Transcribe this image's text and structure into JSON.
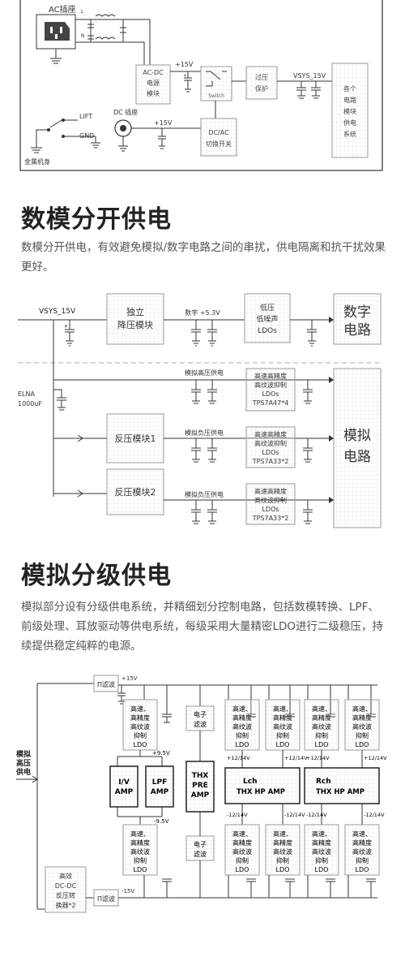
{
  "top": {
    "ac_socket": "AC插座",
    "L": "L",
    "N": "N",
    "acdc": [
      "AC-DC",
      "电源",
      "模块"
    ],
    "v15_a": "+15V",
    "v15_b": "+15V",
    "switch": "Switch",
    "ovp": [
      "过压",
      "保护"
    ],
    "vsys": "VSYS_15V",
    "circuits": [
      "各个",
      "电路",
      "模块",
      "供电",
      "系统"
    ],
    "lift": "LIFT",
    "gnd": "GND",
    "dc_socket": "DC 插座",
    "dcac": [
      "DC/AC",
      "切换开关"
    ],
    "chassis": "金属机身"
  },
  "section1": {
    "title": "数模分开供电",
    "desc": "数模分开供电，有效避免模拟/数字电路之间的串扰，供电隔离和抗干扰效果更好。"
  },
  "d1": {
    "vsys": "VSYS_15V",
    "reg": [
      "独立",
      "降压模块"
    ],
    "digital_rail": "数字 +5.3V",
    "ldo_low": [
      "低压",
      "低噪声",
      "LDOs"
    ],
    "digital": [
      "数字",
      "电路"
    ],
    "analog_hv": "模拟高压供电",
    "elna": [
      "ELNA",
      "1000uF"
    ],
    "ldo1": [
      "高速高精度",
      "高纹波抑制",
      "LDOs",
      "TPS7A47*4"
    ],
    "inv1": "反压模块1",
    "neg1": "模拟负压供电",
    "ldo2": [
      "高速高精度",
      "高纹波抑制",
      "LDOs",
      "TPS7A33*2"
    ],
    "inv2": "反压模块2",
    "neg2": "模拟负压供电",
    "ldo3": [
      "高速高精度",
      "高纹波抑制",
      "LDOs",
      "TPS7A33*2"
    ],
    "analog": [
      "模拟",
      "电路"
    ]
  },
  "section2": {
    "title": "模拟分级供电",
    "desc": "模拟部分设有分级供电系统，并精细划分控制电路，包括数模转换、LPF、前级处理、耳放驱动等供电系统，每级采用大量精密LDO进行二级稳压，持续提供稳定纯粹的电源。"
  },
  "d2": {
    "input": [
      "模拟",
      "高压",
      "供电"
    ],
    "pi_top": "Π滤波",
    "v15p": "+15V",
    "pi_bot": "Π滤波",
    "v15n": "-15V",
    "dcdc": [
      "高效",
      "DC-DC",
      "反压转",
      "换器*2"
    ],
    "ldo": [
      "高速、",
      "高精度",
      "高纹波",
      "抑制",
      "LDO"
    ],
    "v95p": "+9.5V",
    "v95n": "-9.5V",
    "iv": [
      "I/V",
      "AMP"
    ],
    "lpf": [
      "LPF",
      "AMP"
    ],
    "efilter": [
      "电子",
      "滤波"
    ],
    "thx": [
      "THX",
      "PRE",
      "AMP"
    ],
    "lch": [
      "Lch",
      "THX HP AMP"
    ],
    "rch": [
      "Rch",
      "THX HP AMP"
    ],
    "v12p": "+12/14V",
    "v12n": "-12/14V"
  }
}
